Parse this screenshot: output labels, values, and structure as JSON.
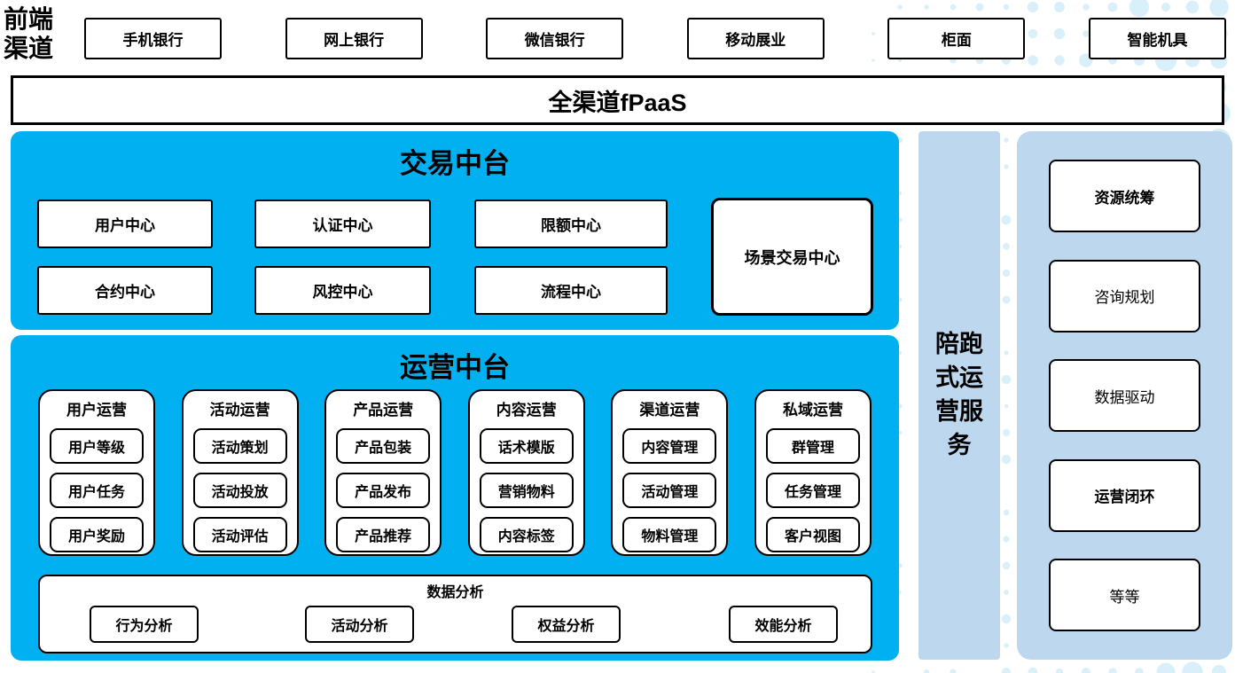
{
  "colors": {
    "accent_blue": "#00B0F0",
    "light_blue": "#BDD7EE",
    "dot_blue": "#D9F0FA"
  },
  "front_channel": {
    "label": "前端渠道",
    "channels": [
      "手机银行",
      "网上银行",
      "微信银行",
      "移动展业",
      "柜面",
      "智能机具"
    ]
  },
  "fpaas": {
    "label": "全渠道fPaaS"
  },
  "trading": {
    "title": "交易中台",
    "columns": [
      [
        "用户中心",
        "合约中心"
      ],
      [
        "认证中心",
        "风控中心"
      ],
      [
        "限额中心",
        "流程中心"
      ]
    ],
    "tall_box": "场景交易中心"
  },
  "ops": {
    "title": "运营中台",
    "groups": [
      {
        "title": "用户运营",
        "items": [
          "用户等级",
          "用户任务",
          "用户奖励"
        ]
      },
      {
        "title": "活动运营",
        "items": [
          "活动策划",
          "活动投放",
          "活动评估"
        ]
      },
      {
        "title": "产品运营",
        "items": [
          "产品包装",
          "产品发布",
          "产品推荐"
        ]
      },
      {
        "title": "内容运营",
        "items": [
          "话术模版",
          "营销物料",
          "内容标签"
        ]
      },
      {
        "title": "渠道运营",
        "items": [
          "内容管理",
          "活动管理",
          "物料管理"
        ]
      },
      {
        "title": "私域运营",
        "items": [
          "群管理",
          "任务管理",
          "客户视图"
        ]
      }
    ],
    "analysis": {
      "title": "数据分析",
      "items": [
        "行为分析",
        "活动分析",
        "权益分析",
        "效能分析"
      ]
    }
  },
  "side_bar": {
    "label": "陪跑式运营服务"
  },
  "right_panel": {
    "items": [
      {
        "label": "资源统筹",
        "bold": true
      },
      {
        "label": "咨询规划",
        "bold": false
      },
      {
        "label": "数据驱动",
        "bold": false
      },
      {
        "label": "运营闭环",
        "bold": true
      },
      {
        "label": "等等",
        "bold": false
      }
    ]
  }
}
